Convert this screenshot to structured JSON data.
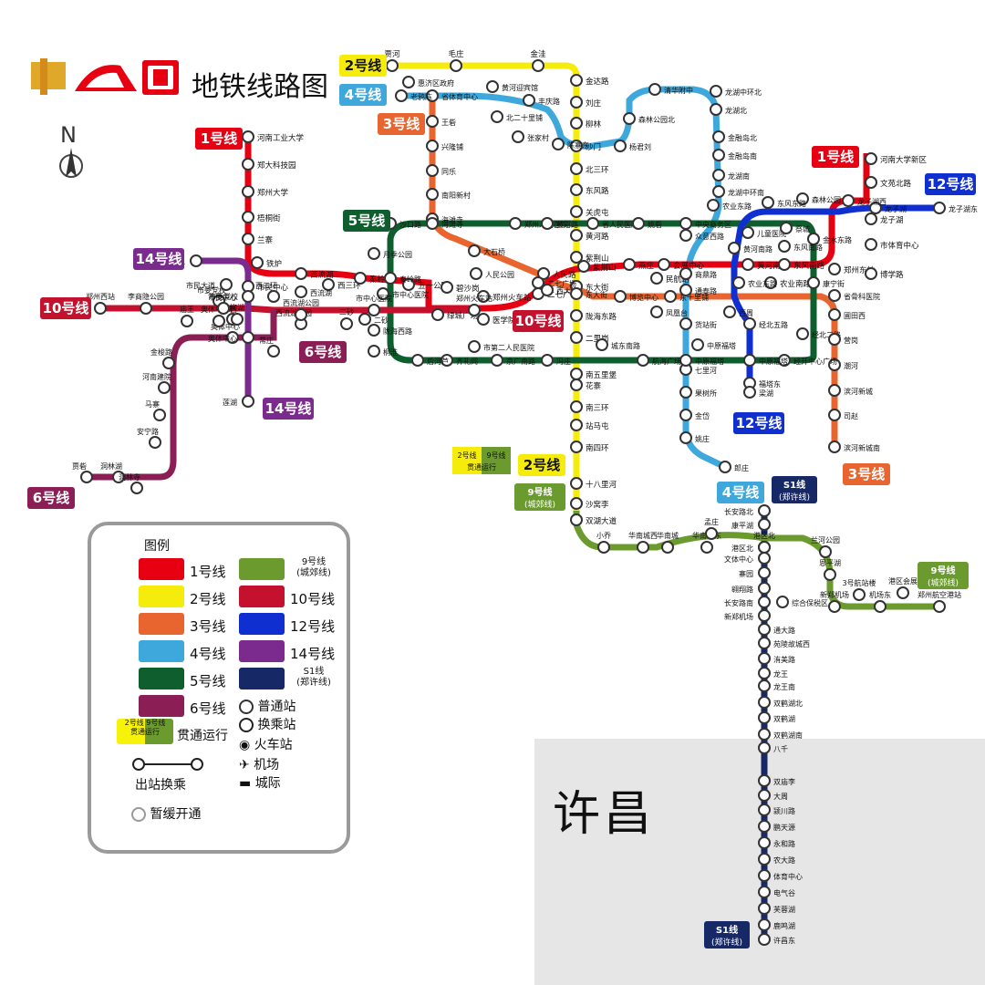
{
  "title": "地铁线路图",
  "north_label": "N",
  "xuchang_label": "许昌",
  "colors": {
    "l1": "#e60012",
    "l2": "#f5ec0c",
    "l3": "#e8652f",
    "l4": "#3ea8dd",
    "l5": "#0f5e2e",
    "l6": "#8c1e56",
    "l9": "#6b9a2e",
    "l10": "#c4122e",
    "l12": "#0f2fd0",
    "l14": "#7b2a8e",
    "s1": "#172866"
  },
  "line_badges": {
    "l1_west": "1号线",
    "l1_east": "1号线",
    "l2_top": "2号线",
    "l2_south": "2号线",
    "l3_top": "3号线",
    "l3_south": "3号线",
    "l4_top": "4号线",
    "l4_south": "4号线",
    "l5": "5号线",
    "l6_east": "6号线",
    "l6_west": "6号线",
    "l10_west": "10号线",
    "l10_mid": "10号线",
    "l12_east": "12号线",
    "l12_south": "12号线",
    "l14_west": "14号线",
    "l14_south": "14号线",
    "l9_main": "9号线",
    "l9_main_sub": "(城郊线)",
    "l9_east": "9号线",
    "l9_east_sub": "(城郊线)",
    "s1_top": "S1线",
    "s1_top_sub": "(郑许线)",
    "s1_bottom": "S1线",
    "s1_bottom_sub": "(郑许线)",
    "thru_a": "2号线",
    "thru_b": "9号线",
    "thru_c": "贯通运行"
  },
  "legend": {
    "title": "图例",
    "items": [
      {
        "label": "1号线",
        "color": "#e60012"
      },
      {
        "label": "2号线",
        "color": "#f5ec0c"
      },
      {
        "label": "3号线",
        "color": "#e8652f"
      },
      {
        "label": "4号线",
        "color": "#3ea8dd"
      },
      {
        "label": "5号线",
        "color": "#0f5e2e"
      },
      {
        "label": "6号线",
        "color": "#8c1e56"
      },
      {
        "label": "9号线",
        "sub": "(城郊线)",
        "color": "#6b9a2e"
      },
      {
        "label": "10号线",
        "color": "#c4122e"
      },
      {
        "label": "12号线",
        "color": "#0f2fd0"
      },
      {
        "label": "14号线",
        "color": "#7b2a8e"
      },
      {
        "label": "S1线",
        "sub": "(郑许线)",
        "color": "#172866"
      }
    ],
    "normal_station": "普通站",
    "transfer_station": "换乘站",
    "through_running": "贯通运行",
    "train_station": "火车站",
    "airport": "机场",
    "intercity": "城际",
    "out_of_station_transfer": "出站换乘",
    "suspended": "暂缓开通",
    "thru_badge_a": "2号线",
    "thru_badge_b": "9号线",
    "thru_badge_c": "贯通运行"
  },
  "stations": {
    "l1_west": [
      "河南工业大学",
      "郑大科技园",
      "郑州大学",
      "梧桐街",
      "兰寨",
      "铁炉",
      "市民中心",
      "西流湖",
      "西三环",
      "秦岭路",
      "五一公园",
      "碧沙岗",
      "绿城广场",
      "医学院",
      "郑州火车站",
      "二七广场",
      "人民路",
      "紫荆山",
      "燕庄",
      "民航路",
      "会展中心",
      "黄河南路",
      "农业南路",
      "东风南路",
      "郑州东站",
      "博学路",
      "市体育中心",
      "龙子湖",
      "文苑北路",
      "河南大学新区"
    ],
    "l2": [
      "贾河",
      "毛庄",
      "金洼",
      "金达路",
      "刘庄",
      "柳林",
      "沙门",
      "北三环",
      "东风路",
      "关虎屯",
      "黄河路",
      "紫荆山",
      "东大街",
      "陇海东路",
      "二里岗",
      "南五里堡",
      "花寨",
      "南三环",
      "站马屯",
      "南四环",
      "十八里河",
      "沙窝李",
      "双湖大道"
    ],
    "l3": [
      "省体育中心",
      "王砦",
      "兴隆铺",
      "同乐",
      "南阳新村",
      "海滩寺",
      "大石桥",
      "人民公园",
      "二七广场",
      "西大街",
      "东大街",
      "博览中心",
      "东十里铺",
      "通泰路",
      "西周",
      "经北五路",
      "经北二路",
      "省骨科医院",
      "圃田西",
      "营岗",
      "潮河",
      "滨河新城",
      "司赵",
      "滨河新城南"
    ],
    "l4": [
      "老鸦陈",
      "惠济区政府",
      "黄河迎宾馆",
      "丰庆路",
      "北二十里铺",
      "张家村",
      "陈寨东",
      "杨君刘",
      "森林公园北",
      "清华附中",
      "龙湖中环北",
      "龙湖北",
      "金融岛北",
      "金融岛南",
      "龙湖南",
      "龙湖中环南",
      "农业东路",
      "商鼎路",
      "货站街",
      "中原福塔",
      "七里河",
      "果树所",
      "金岱",
      "姚庄",
      "郎庄"
    ],
    "l5": [
      "沙口路",
      "海滩寺",
      "郑州人民医院",
      "黄河路",
      "省人民医院",
      "姚砦",
      "中央商务区",
      "众意西路",
      "儿童医院",
      "祭城",
      "金水东路",
      "康宁街",
      "中原福塔",
      "航海广场",
      "冯庄",
      "京广南路",
      "齐礼阎",
      "后河芦",
      "桐淮",
      "陇海西路",
      "二砂",
      "西流湖",
      "市中心医院",
      "秦岭路",
      "月季公园",
      "市第二人民医院",
      "城东南路",
      "凤凰台",
      "经开中心广场"
    ],
    "l6": [
      "贾砦",
      "洞林湖",
      "洞林寺",
      "安宁路",
      "马寨",
      "河南建院",
      "金梭路",
      "奥体中心",
      "常庄",
      "西流湖公园",
      "柳湖",
      "市委党校",
      "西三环"
    ],
    "l9": [
      "小乔",
      "华南城西",
      "华南城",
      "华南城东",
      "孟庄",
      "港区北",
      "兰河公园",
      "恩平湖",
      "新郑机场",
      "机场东",
      "港区会展",
      "郑州航空港站"
    ],
    "l10": [
      "郑州西站",
      "李商隐公园",
      "庙王",
      "奥体中心西",
      "市委党校",
      "柳湖",
      "西流湖公园",
      "二砂",
      "市中心医院",
      "郑州火车站"
    ],
    "l12": [
      "龙子湖东",
      "龙子湖",
      "龙子湖西",
      "森林公园",
      "东风东路",
      "黄河南路",
      "东风南路",
      "农业东路",
      "中原福塔",
      "福塔东",
      "梁湖"
    ],
    "l14": [
      "须水",
      "市民大道",
      "市民中心",
      "奥体中心",
      "莲湖"
    ],
    "s1": [
      "长安路北",
      "康平湖",
      "港区北",
      "文体中心",
      "寨园",
      "翱翔路",
      "长安路南",
      "新郑机场",
      "综合保税区",
      "通大路",
      "苑陵故城西",
      "洧美路",
      "龙王",
      "龙王南",
      "双鹤湖北",
      "双鹤湖",
      "双鹤湖南",
      "八千",
      "双庙李",
      "大周",
      "颍川路",
      "鹏天源",
      "永和路",
      "农大路",
      "体育中心",
      "电气谷",
      "芙蓉湖",
      "鹿鸣湖",
      "许昌东"
    ],
    "extra": [
      "3号航站楼",
      "中央商务区",
      "海滩寺",
      "郑州东站"
    ]
  }
}
